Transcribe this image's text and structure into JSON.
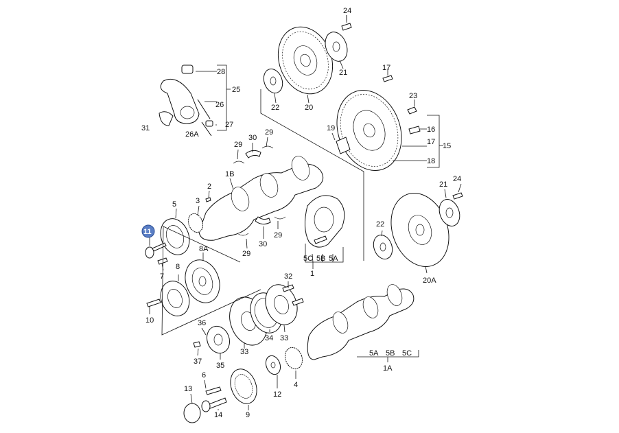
{
  "diagram": {
    "highlight_color": "#5a7ec4",
    "labels": {
      "p24a": "24",
      "p21a": "21",
      "p22a": "22",
      "p20": "20",
      "p28": "28",
      "p25": "25",
      "p26": "26",
      "p27": "27",
      "p26A": "26A",
      "p31": "31",
      "p17a": "17",
      "p23": "23",
      "p16": "16",
      "p17b": "17",
      "p15": "15",
      "p18": "18",
      "p19": "19",
      "p30a": "30",
      "p29a": "29",
      "p29b": "29",
      "p1B": "1B",
      "p2": "2",
      "p3": "3",
      "p5": "5",
      "p11": "11",
      "p30b": "30",
      "p29c": "29",
      "p29d": "29",
      "p8A": "8A",
      "p7": "7",
      "p8": "8",
      "p10": "10",
      "p5C": "5C",
      "p5B": "5B",
      "p5Aa": "5A",
      "p1": "1",
      "p24b": "24",
      "p21b": "21",
      "p22b": "22",
      "p20A": "20A",
      "p32": "32",
      "p36": "36",
      "p34": "34",
      "p33a": "33",
      "p33b": "33",
      "p37": "37",
      "p35": "35",
      "p5Ab": "5A",
      "p5Bb": "5B",
      "p5Cb": "5C",
      "p1A": "1A",
      "p4": "4",
      "p12": "12",
      "p6": "6",
      "p13": "13",
      "p14": "14",
      "p9": "9"
    }
  }
}
